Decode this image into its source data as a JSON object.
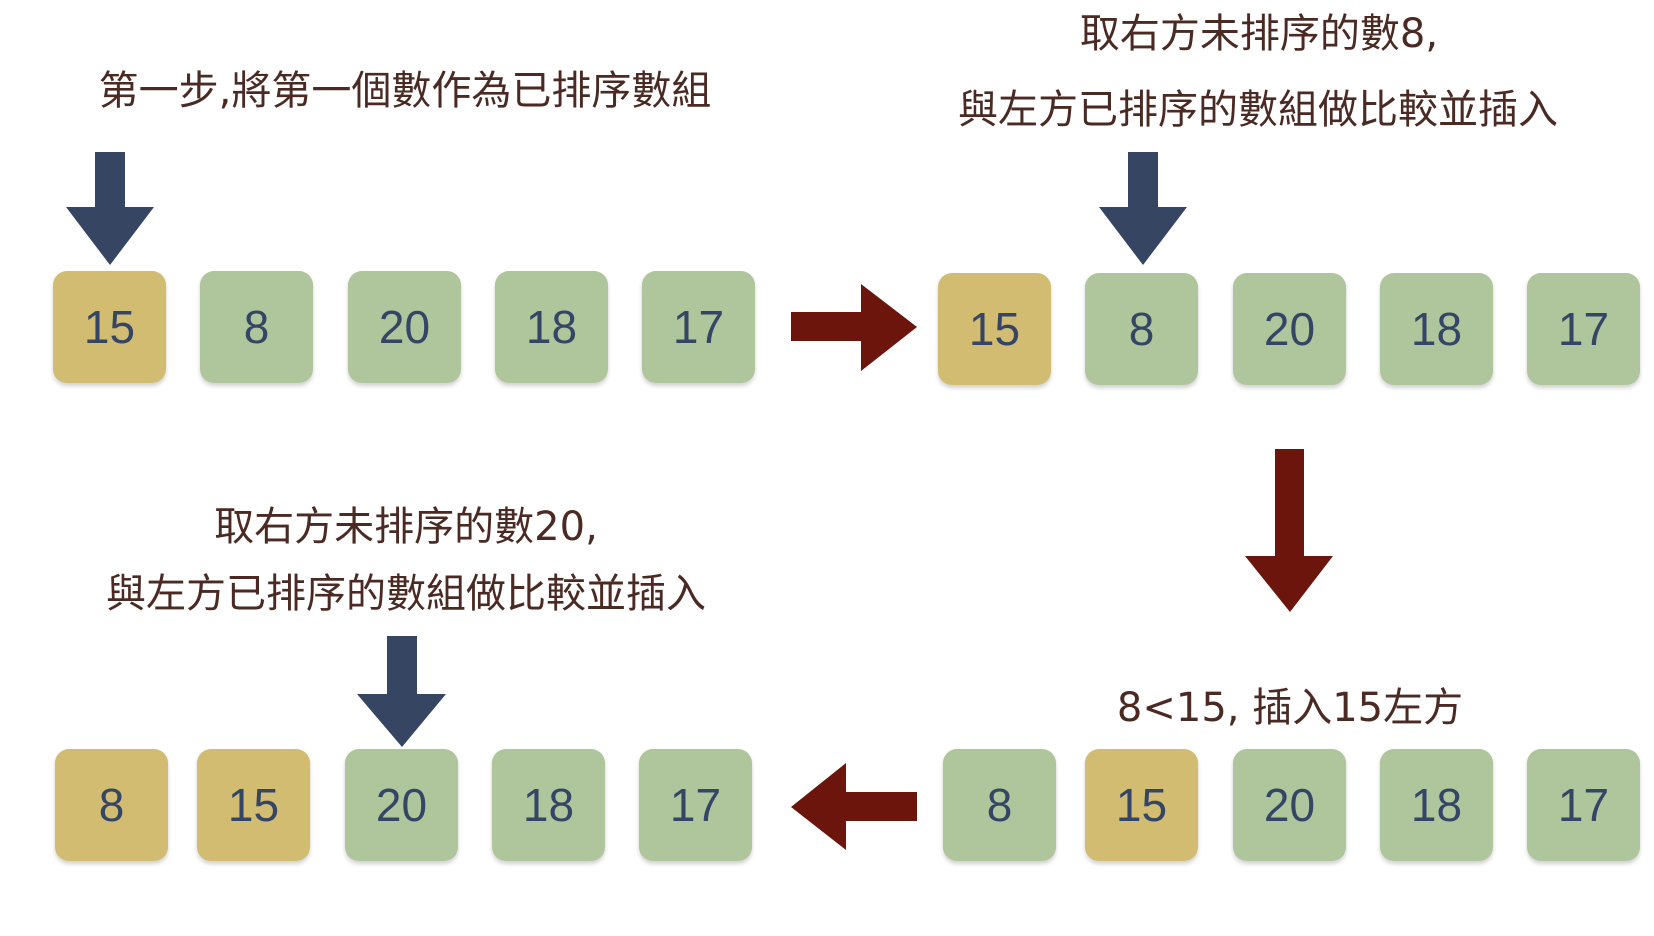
{
  "captions": {
    "step1": "第一步,將第一個數作為已排序數組",
    "step2_line1": "取右方未排序的數8,",
    "step2_line2": "與左方已排序的數組做比較並插入",
    "step3": "8<15, 插入15左方",
    "step4_line1": "取右方未排序的數20,",
    "step4_line2": "與左方已排序的數組做比較並插入"
  },
  "arrays": {
    "row1_left": [
      {
        "v": "15",
        "sorted": true
      },
      {
        "v": "8",
        "sorted": false
      },
      {
        "v": "20",
        "sorted": false
      },
      {
        "v": "18",
        "sorted": false
      },
      {
        "v": "17",
        "sorted": false
      }
    ],
    "row1_right": [
      {
        "v": "15",
        "sorted": true
      },
      {
        "v": "8",
        "sorted": false
      },
      {
        "v": "20",
        "sorted": false
      },
      {
        "v": "18",
        "sorted": false
      },
      {
        "v": "17",
        "sorted": false
      }
    ],
    "row2_right": [
      {
        "v": "8",
        "sorted": false
      },
      {
        "v": "15",
        "sorted": true
      },
      {
        "v": "20",
        "sorted": false
      },
      {
        "v": "18",
        "sorted": false
      },
      {
        "v": "17",
        "sorted": false
      }
    ],
    "row2_left": [
      {
        "v": "8",
        "sorted": true
      },
      {
        "v": "15",
        "sorted": true
      },
      {
        "v": "20",
        "sorted": false
      },
      {
        "v": "18",
        "sorted": false
      },
      {
        "v": "17",
        "sorted": false
      }
    ]
  },
  "colors": {
    "sorted": "#d1bc72",
    "unsorted": "#afc59b",
    "pointer": "#364561",
    "flow": "#6b150c",
    "text": "#4a2a22"
  }
}
